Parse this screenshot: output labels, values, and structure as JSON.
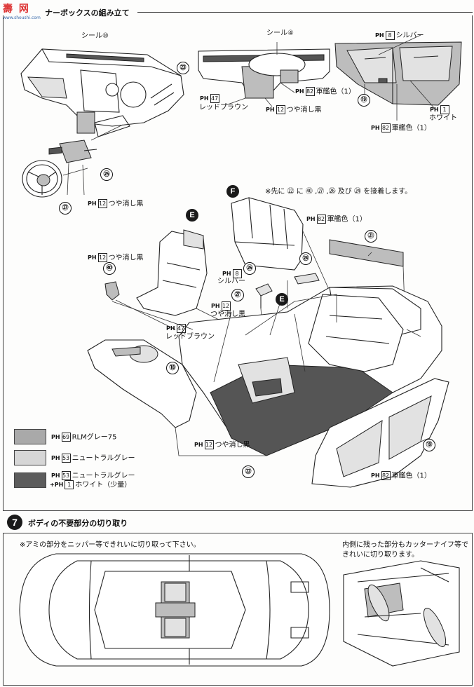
{
  "header": {
    "watermark": "壽 网",
    "watermark_url": "www.shoushi.com",
    "section_title": "ナーボックスの組み立て"
  },
  "dashboard": {
    "decal_label": "シール",
    "decal_num": "⑩",
    "part_dash": "㉓",
    "part_column": "㉕",
    "part_wheel": "㉗",
    "paint_ph": "PH",
    "paint_num": "12",
    "paint_text": "つや消し黒"
  },
  "console": {
    "decal_label": "シール",
    "decal_num": "④",
    "paint1_ph": "PH",
    "paint1_num": "47",
    "paint1_text": "レッドブラウン",
    "paint2_ph": "PH",
    "paint2_num": "12",
    "paint2_text": "つや消し黒",
    "paint3_ph": "PH",
    "paint3_num": "82",
    "paint3_text": "軍艦色（1）"
  },
  "door_panel": {
    "paint1_ph": "PH",
    "paint1_num": "8",
    "paint1_text": "シルバー",
    "part": "⑲",
    "paint2_ph": "PH",
    "paint2_num": "1",
    "paint2_text": "ホワイト",
    "paint3_ph": "PH",
    "paint3_num": "82",
    "paint3_text": "軍艦色（1）"
  },
  "assembly": {
    "note": "※先に ㉒ に ㊵ ,㉗ ,㉖ 及び ㉔ を接着します。",
    "badge_f": "F",
    "badge_e1": "E",
    "badge_e2": "E",
    "rear_seat_ph": "PH",
    "rear_seat_num": "82",
    "rear_seat_text": "軍艦色（1）",
    "part_21": "㉑",
    "part_24": "㉔",
    "part_26": "㉖",
    "part_27": "㉗",
    "part_40": "㊵",
    "part_18": "⑱",
    "part_19": "⑲",
    "part_22": "㉒",
    "pedal_ph": "PH",
    "pedal_num": "12",
    "pedal_text": "つや消し黒",
    "lever_ph": "PH",
    "lever_num": "8",
    "lever_text": "シルバー",
    "lever2_ph": "PH",
    "lever2_num": "12",
    "lever2_text": "つや消し黒",
    "seat_ph": "PH",
    "seat_num": "47",
    "seat_text": "レッドブラウン",
    "floor_ph": "PH",
    "floor_num": "12",
    "floor_text": "つや消し黒",
    "side_ph": "PH",
    "side_num": "82",
    "side_text": "軍艦色（1）"
  },
  "legend": [
    {
      "ph": "PH",
      "num": "69",
      "text": "RLMグレー75",
      "color": "#a9a9a9"
    },
    {
      "ph": "PH",
      "num": "53",
      "text": "ニュートラルグレー",
      "color": "#d6d6d6"
    },
    {
      "ph": "PH",
      "num": "53",
      "text": "ニュートラルグレー",
      "ph2": "+PH",
      "num2": "1",
      "text2": "ホワイト（少量）",
      "color": "#5c5c5c"
    }
  ],
  "step7": {
    "step_num": "7",
    "title": "ボディの不要部分の切り取り",
    "note_left": "※アミの部分をニッパー等できれいに切り取って下さい。",
    "note_right_1": "内側に残った部分もカッターナイフ等で",
    "note_right_2": "きれいに切り取ります。"
  }
}
